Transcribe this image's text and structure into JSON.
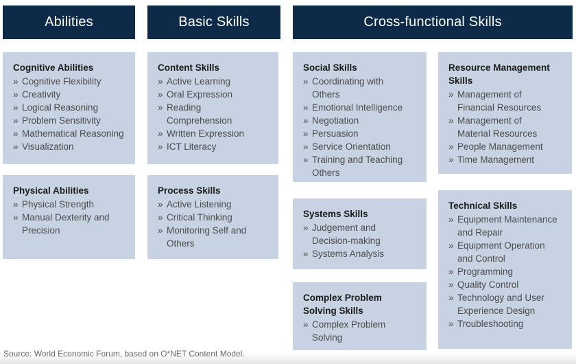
{
  "colors": {
    "header_bg": "#0E2A49",
    "header_text": "#FFFFFF",
    "box_bg": "#C7D3E2",
    "title_text": "#1B1B1A",
    "item_text": "#4C4C4C",
    "source_text": "#6A6A6A"
  },
  "bullet": "» ",
  "headers": [
    {
      "label": "Abilities"
    },
    {
      "label": "Basic Skills"
    },
    {
      "label": "Cross-functional Skills"
    }
  ],
  "boxes": [
    {
      "title": "Cognitive Abilities",
      "items": [
        "Cognitive Flexibility",
        "Creativity",
        "Logical Reasoning",
        "Problem Sensitivity",
        "Mathematical Reasoning",
        "Visualization"
      ]
    },
    {
      "title": "Physical Abilities",
      "items": [
        "Physical Strength",
        "Manual Dexterity and\nPrecision"
      ]
    },
    {
      "title": "Content Skills",
      "items": [
        "Active Learning",
        "Oral Expression",
        "Reading\nComprehension",
        "Written Expression",
        "ICT Literacy"
      ]
    },
    {
      "title": "Process Skills",
      "items": [
        "Active Listening",
        "Critical Thinking",
        "Monitoring Self and\nOthers"
      ]
    },
    {
      "title": "Social Skills",
      "items": [
        "Coordinating with\nOthers",
        "Emotional Intelligence",
        "Negotiation",
        "Persuasion",
        "Service Orientation",
        "Training and Teaching\nOthers"
      ]
    },
    {
      "title": "Systems Skills",
      "items": [
        "Judgement and\nDecision-making",
        "Systems Analysis"
      ]
    },
    {
      "title": "Complex Problem\nSolving Skills",
      "items": [
        "Complex Problem\nSolving"
      ]
    },
    {
      "title": "Resource Management\nSkills",
      "items": [
        "Management of\nFinancial Resources",
        "Management of\nMaterial Resources",
        "People Management",
        "Time Management"
      ]
    },
    {
      "title": "Technical Skills",
      "items": [
        "Equipment Maintenance\nand Repair",
        "Equipment Operation\nand Control",
        "Programming",
        "Quality Control",
        "Technology and User\nExperience Design",
        "Troubleshooting"
      ]
    }
  ],
  "source": "Source: World Economic Forum, based on O*NET Content Model."
}
